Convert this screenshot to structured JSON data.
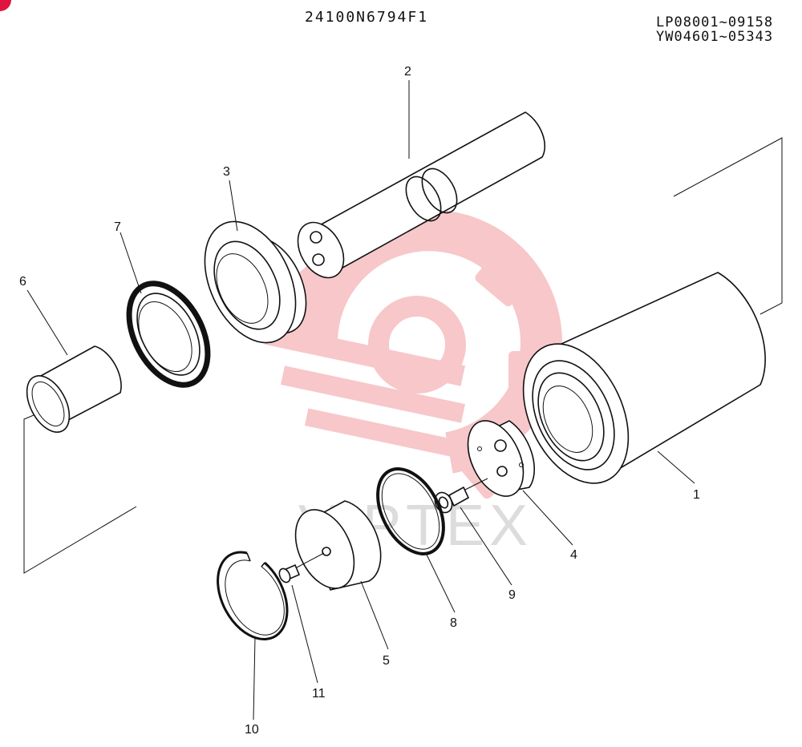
{
  "header": {
    "drawing_number": "24100N6794F1",
    "serial_range_1": "LP08001~09158",
    "serial_range_2": "YW04601~05343"
  },
  "watermark": {
    "text": "VIPTEX",
    "color": "#f5b5b8"
  },
  "callouts": {
    "p1": "1",
    "p2": "2",
    "p3": "3",
    "p4": "4",
    "p5": "5",
    "p6": "6",
    "p7": "7",
    "p8": "8",
    "p9": "9",
    "p10": "10",
    "p11": "11"
  },
  "colors": {
    "ink": "#111111",
    "accent": "#e0143c"
  }
}
